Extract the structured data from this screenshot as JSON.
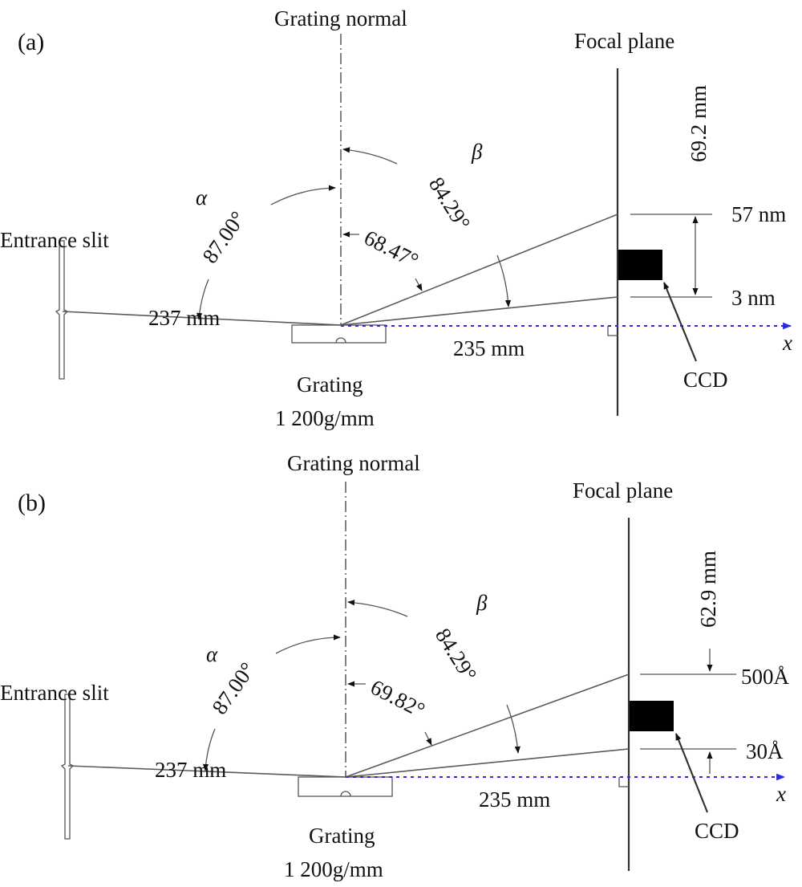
{
  "panels": [
    {
      "id": "a",
      "panel_label": "(a)",
      "grating_normal": "Grating normal",
      "focal_plane": "Focal plane",
      "alpha_symbol": "α",
      "alpha_angle": "87.00°",
      "beta_symbol": "β",
      "beta_angle": "84.29°",
      "inner_angle": "68.47°",
      "entrance_slit": "Entrance slit",
      "entrance_distance": "237 mm",
      "focal_distance": "235 mm",
      "grating": "Grating",
      "grating_density": "1 200g/mm",
      "focal_length_span": "69.2 mm",
      "upper_wavelength": "57 nm",
      "lower_wavelength": "3 nm",
      "detector": "CCD",
      "axis": "x"
    },
    {
      "id": "b",
      "panel_label": "(b)",
      "grating_normal": "Grating normal",
      "focal_plane": "Focal plane",
      "alpha_symbol": "α",
      "alpha_angle": "87.00°",
      "beta_symbol": "β",
      "beta_angle": "84.29°",
      "inner_angle": "69.82°",
      "entrance_slit": "Entrance slit",
      "entrance_distance": "237 mm",
      "focal_distance": "235 mm",
      "grating": "Grating",
      "grating_density": "1 200g/mm",
      "focal_length_span": "62.9 mm",
      "upper_wavelength": "500Å",
      "lower_wavelength": "30Å",
      "detector": "CCD",
      "axis": "x"
    }
  ],
  "colors": {
    "axis_arrow": "#2a2ae0",
    "ccd_fill": "#000000",
    "line": "#5a5a5a"
  }
}
